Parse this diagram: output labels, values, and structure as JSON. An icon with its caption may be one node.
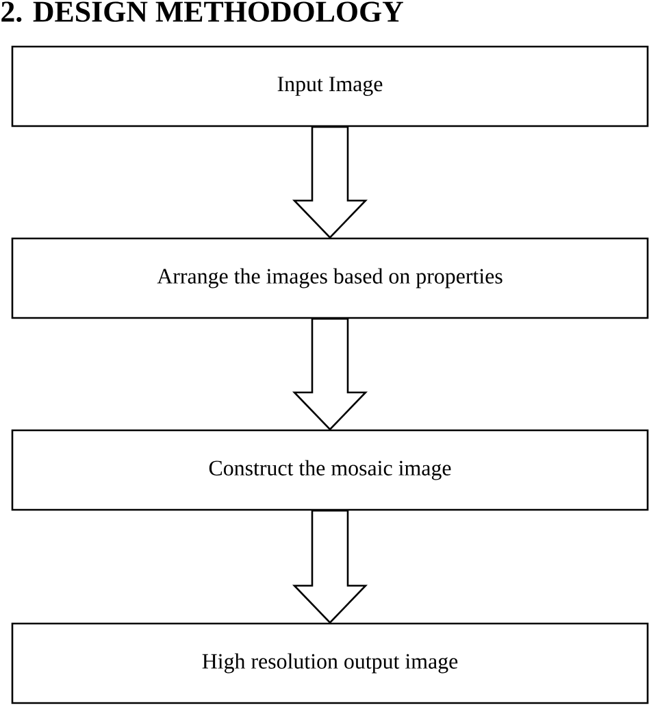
{
  "diagram": {
    "title": "2. DESIGN METHODOLOGY",
    "nodes": [
      {
        "text": [
          "Input Image"
        ]
      },
      {
        "text": [
          "Arrange the images based on properties"
        ]
      },
      {
        "text": [
          "Construct the mosaic image"
        ]
      },
      {
        "text": [
          "High resolution output image"
        ]
      }
    ],
    "edges": [
      {
        "from": 0,
        "to": 1,
        "arrow": "to"
      },
      {
        "from": 1,
        "to": 2,
        "arrow": "to"
      },
      {
        "from": 2,
        "to": 3,
        "arrow": "to"
      }
    ]
  }
}
